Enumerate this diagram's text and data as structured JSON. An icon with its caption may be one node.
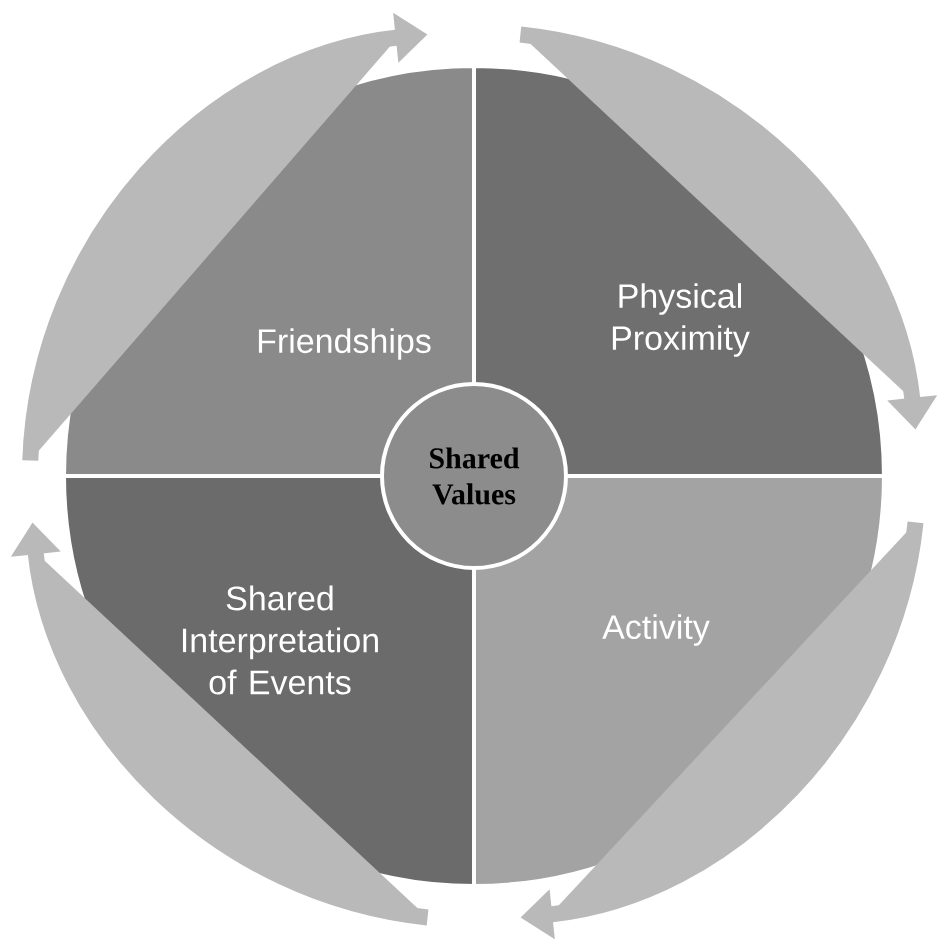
{
  "diagram": {
    "nodes": [
      {
        "text": [
          "Friendships"
        ]
      },
      {
        "text": [
          "Physical Proximity"
        ]
      },
      {
        "text": [
          "Activity"
        ]
      },
      {
        "text": [
          "Shared Interpretation of Events"
        ]
      },
      {
        "text": [
          "Shared Values"
        ]
      }
    ],
    "edges": [
      {
        "from": 0,
        "to": 1,
        "arrow": "to"
      },
      {
        "from": 1,
        "to": 2,
        "arrow": "to"
      },
      {
        "from": 2,
        "to": 3,
        "arrow": "to"
      },
      {
        "from": 3,
        "to": 0,
        "arrow": "to"
      }
    ]
  }
}
